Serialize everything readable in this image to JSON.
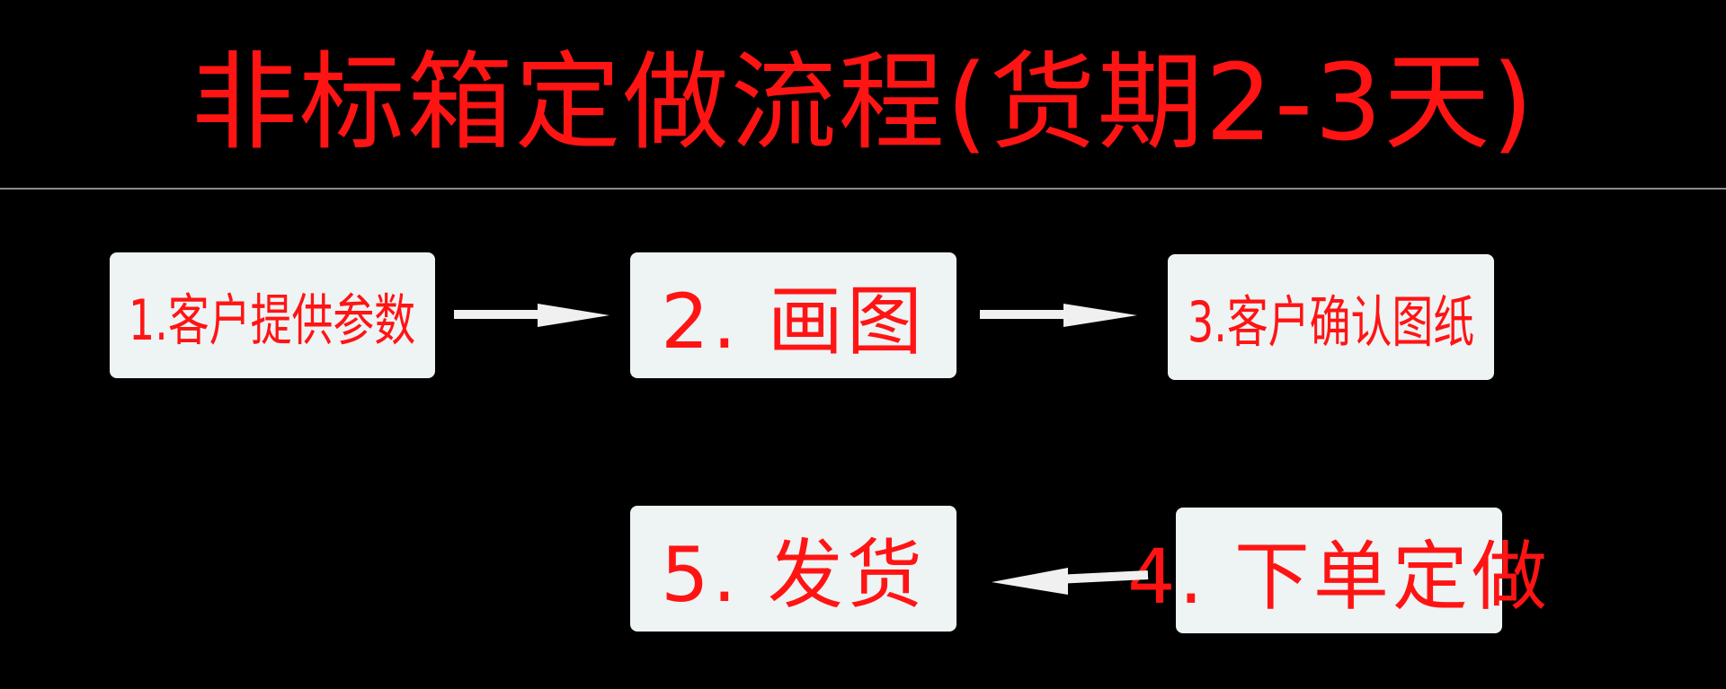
{
  "title": "非标箱定做流程(货期2-3天)",
  "steps": [
    {
      "label": "1.客户提供参数"
    },
    {
      "label": "2. 画图"
    },
    {
      "label": "3.客户确认图纸"
    },
    {
      "label": "4. 下单定做"
    },
    {
      "label": "5. 发货"
    }
  ],
  "colors": {
    "background": "#000000",
    "text_accent": "#ff1414",
    "box_fill": "#eef3f4",
    "arrow": "#f0f0f0",
    "divider": "#8c8c8c"
  },
  "icons": [
    "arrow-right-icon",
    "arrow-right-icon",
    "arrow-left-icon"
  ]
}
